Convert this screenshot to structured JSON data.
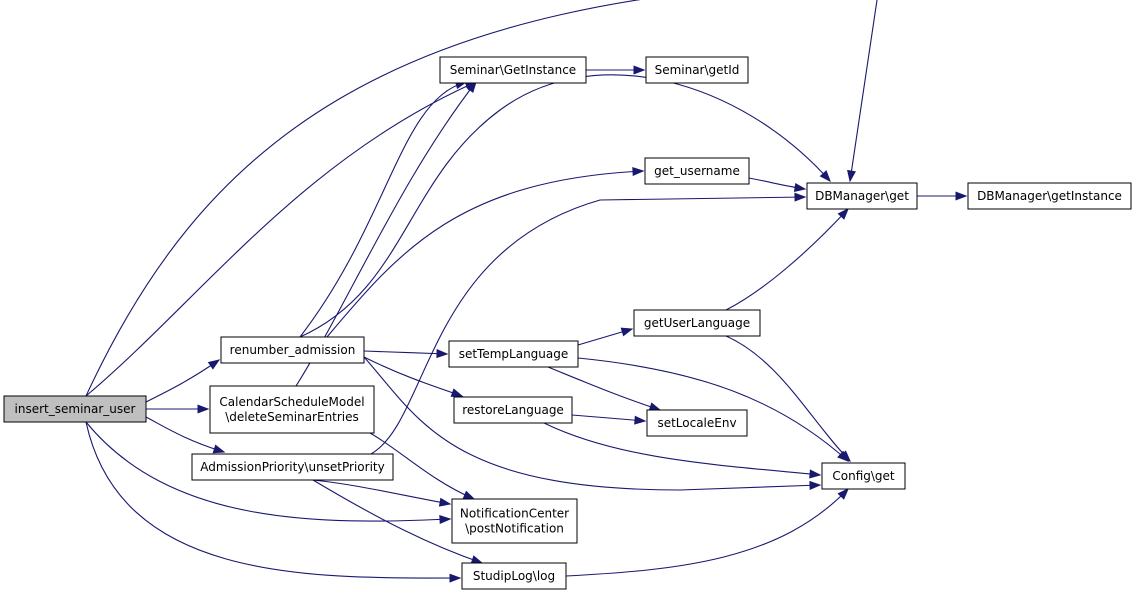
{
  "nodes": {
    "insert_seminar_user": [
      "insert_seminar_user"
    ],
    "renumber_admission": [
      "renumber_admission"
    ],
    "calendar_delete": [
      "CalendarScheduleModel",
      "\\deleteSeminarEntries"
    ],
    "unset_priority": [
      "AdmissionPriority\\unsetPriority"
    ],
    "seminar_getinstance": [
      "Seminar\\GetInstance"
    ],
    "seminar_getid": [
      "Seminar\\getId"
    ],
    "get_username": [
      "get_username"
    ],
    "dbmanager_get": [
      "DBManager\\get"
    ],
    "dbmanager_getinstance": [
      "DBManager\\getInstance"
    ],
    "get_user_language": [
      "getUserLanguage"
    ],
    "set_temp_language": [
      "setTempLanguage"
    ],
    "restore_language": [
      "restoreLanguage"
    ],
    "set_locale_env": [
      "setLocaleEnv"
    ],
    "config_get": [
      "Config\\get"
    ],
    "notification_post": [
      "NotificationCenter",
      "\\postNotification"
    ],
    "studiplog_log": [
      "StudipLog\\log"
    ]
  },
  "edges": [
    [
      "insert_seminar_user",
      "dbmanager_get"
    ],
    [
      "insert_seminar_user",
      "seminar_getinstance"
    ],
    [
      "insert_seminar_user",
      "renumber_admission"
    ],
    [
      "insert_seminar_user",
      "calendar_delete"
    ],
    [
      "insert_seminar_user",
      "unset_priority"
    ],
    [
      "insert_seminar_user",
      "notification_post"
    ],
    [
      "insert_seminar_user",
      "studiplog_log"
    ],
    [
      "renumber_admission",
      "seminar_getinstance"
    ],
    [
      "renumber_admission",
      "dbmanager_get"
    ],
    [
      "renumber_admission",
      "get_username"
    ],
    [
      "renumber_admission",
      "set_temp_language"
    ],
    [
      "renumber_admission",
      "restore_language"
    ],
    [
      "renumber_admission",
      "config_get"
    ],
    [
      "calendar_delete",
      "seminar_getinstance"
    ],
    [
      "calendar_delete",
      "notification_post"
    ],
    [
      "unset_priority",
      "dbmanager_get"
    ],
    [
      "unset_priority",
      "notification_post"
    ],
    [
      "unset_priority",
      "studiplog_log"
    ],
    [
      "seminar_getinstance",
      "seminar_getid"
    ],
    [
      "get_username",
      "dbmanager_get"
    ],
    [
      "dbmanager_get",
      "dbmanager_getinstance"
    ],
    [
      "get_user_language",
      "dbmanager_get"
    ],
    [
      "get_user_language",
      "config_get"
    ],
    [
      "set_temp_language",
      "get_user_language"
    ],
    [
      "set_temp_language",
      "set_locale_env"
    ],
    [
      "set_temp_language",
      "config_get"
    ],
    [
      "restore_language",
      "set_locale_env"
    ],
    [
      "restore_language",
      "config_get"
    ],
    [
      "studiplog_log",
      "config_get"
    ]
  ],
  "colors": {
    "edge": "#191970",
    "root_fill": "#bfbfbf",
    "node_fill": "#ffffff",
    "node_border": "#000000"
  }
}
